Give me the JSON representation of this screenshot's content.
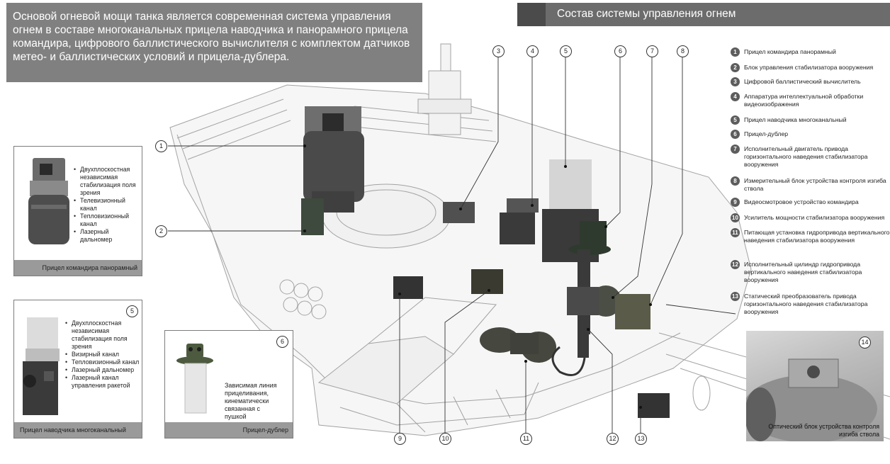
{
  "intro_text": "Основой огневой мощи танка является современная система управления огнем в составе многоканальных прицела наводчика и панорамного прицела командира, цифрового баллистического вычислителя с комплектом датчиков метео- и баллистических условий и прицела-дублера.",
  "legend_title": "Состав системы управления огнем",
  "legend": [
    {
      "num": "1",
      "text": "Прицел командира панорамный"
    },
    {
      "num": "2",
      "text": "Блок управления стабилизатора вооружения"
    },
    {
      "num": "3",
      "text": "Цифровой баллистический вычислитель"
    },
    {
      "num": "4",
      "text": "Аппаратура интеллектуальной обработки видеоизображения"
    },
    {
      "num": "5",
      "text": "Прицел наводчика многоканальный"
    },
    {
      "num": "6",
      "text": "Прицел-дублер"
    },
    {
      "num": "7",
      "text": "Исполнительный двигатель привода горизонтального наведения стабилизатора вооружения"
    },
    {
      "num": "8",
      "text": "Измерительный блок устройства контроля изгиба ствола"
    },
    {
      "num": "9",
      "text": "Видеосмотровое устройство командира"
    },
    {
      "num": "10",
      "text": "Усилитель мощности стабилизатора вооружения"
    },
    {
      "num": "11",
      "text": "Питающая установка гидропривода вертикального наведения стабилизатора вооружения"
    },
    {
      "num": "12",
      "text": "Исполнительный цилиндр гидропривода вертикального наведения стабилизатора вооружения"
    },
    {
      "num": "13",
      "text": "Статический преобразователь привода горизонтального наведения стабилизатора вооружения"
    }
  ],
  "callouts": [
    "1",
    "2",
    "3",
    "4",
    "5",
    "6",
    "7",
    "8",
    "9",
    "10",
    "11",
    "12",
    "13"
  ],
  "box_commander": {
    "features": [
      "Двухплоскостная независимая стабилизация поля зрения",
      "Телевизионный канал",
      "Тепловизионный канал",
      "Лазерный дальномер"
    ],
    "caption": "Прицел командира панорамный"
  },
  "box_gunner": {
    "num": "5",
    "features": [
      "Двухплоскостная независимая стабилизация поля зрения",
      "Визирный канал",
      "Тепловизионный канал",
      "Лазерный дальномер",
      "Лазерный канал управления ракетой"
    ],
    "caption": "Прицел наводчика многоканальный"
  },
  "box_backup": {
    "num": "6",
    "description": "Зависимая линия прицеливания, кинематически связанная с пушкой",
    "caption": "Прицел-дублер"
  },
  "photo_14": {
    "num": "14",
    "caption": "Оптический блок устройства контроля изгиба ствола"
  },
  "colors": {
    "panel": "#808080",
    "title_bar": "#6c6c6c",
    "legend_num": "#5d5d5d",
    "footer": "#9a9a9a",
    "component": "#4a4a4a",
    "line_art": "#9a9a9a"
  }
}
